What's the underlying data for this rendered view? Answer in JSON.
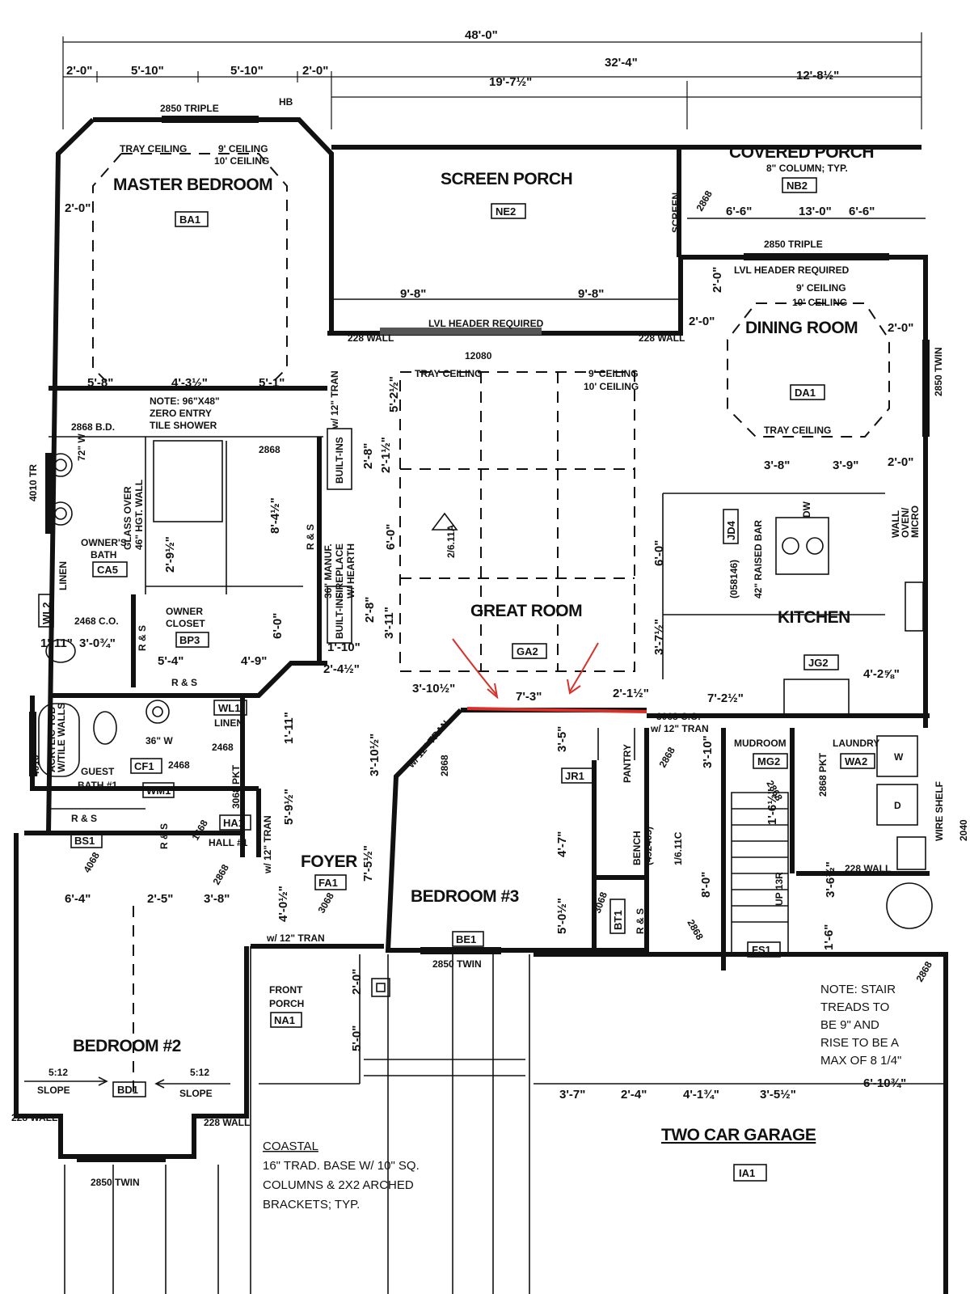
{
  "dimensions": {
    "overall": "48'-0\"",
    "d1": "2'-0\"",
    "d2": "5'-10\"",
    "d3": "5'-10\"",
    "d4": "2'-0\"",
    "d5": "32'-4\"",
    "d6": "19'-7½\"",
    "d7": "12'-8½\"",
    "porch_a": "6'-6\"",
    "porch_b": "13'-0\"",
    "porch_c": "6'-6\"",
    "mb_side": "2'-0\"",
    "mb_a": "5'-8\"",
    "mb_b": "4'-3½\"",
    "mb_c": "5'-1\"",
    "sp_a": "9'-8\"",
    "sp_b": "9'-8\"",
    "gr_a": "5'-2½\"",
    "gr_b": "2'-8\"",
    "gr_c": "2'-1½\"",
    "gr_d": "6'-0\"",
    "gr_e": "2'-8\"",
    "gr_f": "3'-11\"",
    "gr_g": "3'-10½\"",
    "gr_h": "7'-3\"",
    "gr_i": "2'-1½\"",
    "gr_j": "2'-4½\"",
    "gr_k": "1'-10\"",
    "dr_top": "2'-0\"",
    "dr_l": "2'-0\"",
    "dr_r": "2'-0\"",
    "k_a": "3'-8\"",
    "k_b": "3'-9\"",
    "k_c": "2'-0\"",
    "k_d": "6'-0\"",
    "k_e": "3'-7½\"",
    "k_f": "7'-2½\"",
    "k_g": "4'-2⅝\"",
    "ob_a": "1'-11\"",
    "ob_b": "3'-0¾\"",
    "ob_c": "2'-9½\"",
    "ob_d": "8'-4½\"",
    "ob_e": "6'-0\"",
    "oc_a": "5'-4\"",
    "oc_b": "4'-9\"",
    "hall_a": "1'-11\"",
    "b3_a": "3'-10½\"",
    "b3_b": "3'-5\"",
    "b3_c": "4'-7\"",
    "b3_d": "5'-0½\"",
    "mud_a": "3'-10\"",
    "mud_b": "8'-0\"",
    "mud_c": "1'-6½\"",
    "foy_a": "5'-9½\"",
    "foy_b": "7'-5½\"",
    "foy_c": "4'-0½\"",
    "foy_d": "2'-0\"",
    "foy_e": "5'-0\"",
    "b2_a": "6'-4\"",
    "b2_b": "2'-5\"",
    "b2_c": "3'-8\"",
    "g_a": "3'-7\"",
    "g_b": "2'-4\"",
    "g_c": "4'-1¾\"",
    "g_d": "3'-5½\"",
    "g_e": "6'-10¾\"",
    "st_a": "3'-6½\"",
    "st_b": "1'-6\""
  },
  "rooms": {
    "master_bedroom": "MASTER BEDROOM",
    "screen_porch": "SCREEN PORCH",
    "covered_porch": "COVERED PORCH",
    "dining_room": "DINING ROOM",
    "great_room": "GREAT ROOM",
    "kitchen": "KITCHEN",
    "owners_bath_1": "OWNER'S",
    "owners_bath_2": "BATH",
    "owner_closet_1": "OWNER",
    "owner_closet_2": "CLOSET",
    "guest_bath_1": "GUEST",
    "guest_bath_2": "BATH #1",
    "hall": "HALL #1",
    "foyer": "FOYER",
    "bedroom3": "BEDROOM #3",
    "bedroom2": "BEDROOM #2",
    "mudroom": "MUDROOM",
    "laundry": "LAUNDRY",
    "pantry": "PANTRY",
    "front_porch_1": "FRONT",
    "front_porch_2": "PORCH",
    "garage": "TWO CAR GARAGE"
  },
  "tags": {
    "BA1": "BA1",
    "NE2": "NE2",
    "NB2": "NB2",
    "DA1": "DA1",
    "GA2": "GA2",
    "JD4": "JD4",
    "JG2": "JG2",
    "CA5": "CA5",
    "BP3": "BP3",
    "WL1": "WL1",
    "WL2": "WL2",
    "CF1": "CF1",
    "WM1": "WM1",
    "HA1": "HA1",
    "BS1": "BS1",
    "FA1": "FA1",
    "JR1": "JR1",
    "BE1": "BE1",
    "BT1": "BT1",
    "MG2": "MG2",
    "WA2": "WA2",
    "FS1": "FS1",
    "NA1": "NA1",
    "BD1": "BD1",
    "IA1": "IA1"
  },
  "labels": {
    "triple_top": "2850 TRIPLE",
    "hb": "HB",
    "tray_ceiling": "TRAY CEILING",
    "ceil9": "9' CEILING",
    "ceil10": "10' CEILING",
    "column": "8\" COLUMN; TYP.",
    "screen": "SCREEN",
    "door2868": "2868",
    "triple_dining": "2850 TRIPLE",
    "lvl1": "LVL HEADER REQUIRED",
    "lvl2": "LVL HEADER REQUIRED",
    "wall228": "228 WALL",
    "win12080": "12080",
    "tran12": "w/ 12\" TRAN",
    "twin_right": "2850 TWIN",
    "note_shower_1": "NOTE: 96\"X48\"",
    "note_shower_2": "ZERO ENTRY",
    "note_shower_3": "TILE SHOWER",
    "bd2868": "2868 B.D.",
    "tr4010": "4010 TR",
    "glass_1": "GLASS OVER",
    "glass_2": "46\" HGT. WALL",
    "w72": "72\" W",
    "linen": "LINEN",
    "co2468": "2468 C.O.",
    "rs": "R & S",
    "fireplace_1": "36\" MANUF.",
    "fireplace_2": "FIREPLACE",
    "fireplace_3": "W/ HEARTH",
    "builtins": "BUILT-INS",
    "fan": "2/6.11A",
    "raised_bar": "42\" RAISED BAR",
    "sku": "(058146)",
    "dw": "DW",
    "wall_oven_1": "WALL",
    "wall_oven_2": "OVEN/",
    "wall_oven_3": "MICRO",
    "co3068": "3068 C.O.",
    "pkt2868": "2868 PKT",
    "wire_shelf": "WIRE SHELF",
    "w": "W",
    "d": "D",
    "w4010": "4010",
    "acrylic_1": "ACRYLIC TUB",
    "acrylic_2": "W/TILE WALLS",
    "w36": "36\" W",
    "d2468": "2468",
    "d1668": "1668",
    "pkt3068": "3068 PKT",
    "d3068": "3068",
    "d4068": "4068",
    "bench_1": "BENCH",
    "bench_2": "(492405)",
    "stair_code": "1/6.11C",
    "up13r": "UP 13R",
    "twin_b3": "2850 TWIN",
    "twin_b2": "2850 TWIN",
    "slope": "5:12",
    "slope_word": "SLOPE",
    "w2040": "2040",
    "coastal_title": "COASTAL",
    "coastal_1": "16\" TRAD. BASE W/ 10\" SQ.",
    "coastal_2": "COLUMNS & 2X2 ARCHED",
    "coastal_3": "BRACKETS; TYP.",
    "stair_note_1": "NOTE: STAIR",
    "stair_note_2": "TREADS TO",
    "stair_note_3": "BE 9\" AND",
    "stair_note_4": "RISE TO BE A",
    "stair_note_5": "MAX OF 8 1/4\""
  },
  "colors": {
    "ink": "#111111",
    "markup": "#d9302a",
    "paper": "#ffffff"
  }
}
